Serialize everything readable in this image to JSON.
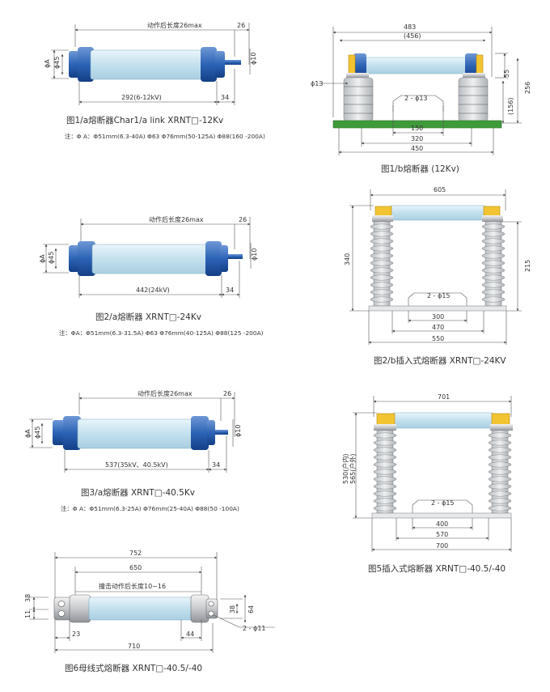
{
  "colors": {
    "fuse_body": "#cfe6f1",
    "cap_blue": "#2d63b5",
    "cap_dark": "#133f86",
    "rail_green": "#3f9b3a",
    "insulator": "#d9dcdf",
    "clamp_yellow": "#e8b520"
  },
  "fig1a": {
    "stroke_label": "动作后长度26max",
    "dim_26": "26",
    "dim_phi10": "ϕ10",
    "dim_phiA": "ϕA",
    "dim_phi45": "ϕ45",
    "dim_len": "292(6-12kV)",
    "dim_34": "34",
    "caption": "图1/a熔断器Char1/a link  XRNT□-12Kv",
    "note": "注：Φ A：Φ51mm(6.3-40A)  Φ63  Φ76mm(50-125A)  Φ88(160 -200A)"
  },
  "fig1b": {
    "dim_483": "483",
    "dim_456": "(456)",
    "dim_phi13": "ϕ13",
    "dim_55": "55",
    "dim_256": "256",
    "dim_156": "(156)",
    "dim_2phi13": "2 - ϕ13",
    "dim_150": "150",
    "dim_320": "320",
    "dim_450": "450",
    "caption": "图1/b熔断器 (12Kv)"
  },
  "fig2a": {
    "stroke_label": "动作后长度26max",
    "dim_26": "26",
    "dim_phi10": "ϕ10",
    "dim_phiA": "ϕA",
    "dim_phi45": "ϕ45",
    "dim_len": "442(24kV)",
    "dim_34": "34",
    "caption": "图2/a熔断器 XRNT□-24Kv",
    "note": "注：ΦA：Φ51mm(6.3-31.5A)  Φ63  Φ76mm(40-125A)  Φ88(125 -200A)"
  },
  "fig2b": {
    "dim_605": "605",
    "dim_340": "340",
    "dim_215": "215",
    "dim_2phi15": "2 - ϕ15",
    "dim_300": "300",
    "dim_470": "470",
    "dim_550": "550",
    "caption": "图2/b插入式熔断器 XRNT□-24KV"
  },
  "fig3a": {
    "stroke_label": "动作后长度26max",
    "dim_26": "26",
    "dim_phi10": "ϕ10",
    "dim_phiA": "ϕA",
    "dim_phi45": "ϕ45",
    "dim_len": "537(35kV、40.5kV)",
    "dim_34": "34",
    "caption": "图3/a熔断器 XRNT□-40.5Kv",
    "note": "注：Φ A：Φ51mm(6.3-25A)  Φ76mm(25-40A)  Φ88(50 -100A)"
  },
  "fig5": {
    "dim_701": "701",
    "dim_530": "530(户内)",
    "dim_565": "565(户外)",
    "dim_2phi15": "2 - ϕ15",
    "dim_400": "400",
    "dim_570": "570",
    "dim_700": "700",
    "caption": "图5插入式熔断器 XRNT□-40.5/-40"
  },
  "fig6": {
    "dim_752": "752",
    "dim_650": "650",
    "stroke_label": "撞击动作后长度10~16",
    "dim_38_left": "38",
    "dim_11": "11",
    "dim_23": "23",
    "dim_44": "44",
    "dim_38_right": "38",
    "dim_64": "64",
    "dim_2phi11": "2 - ϕ11",
    "dim_710": "710",
    "caption": "图6母线式熔断器 XRNT□-40.5/-40"
  }
}
